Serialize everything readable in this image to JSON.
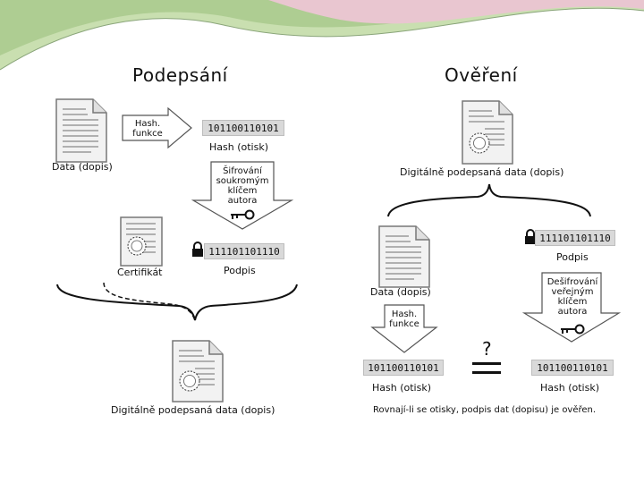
{
  "signing": {
    "title": "Podepsání",
    "data_label": "Data (dopis)",
    "hash_arrow_label": [
      "Hash.",
      "funkce"
    ],
    "hash_value": "101100110101",
    "hash_label": "Hash (otisk)",
    "encrypt_label": [
      "Šifrování",
      "soukromým",
      "klíčem",
      "autora"
    ],
    "certificate_label": "Certifikát",
    "signature_value": "111101101110",
    "signature_label": "Podpis",
    "signed_data_label": "Digitálně podepsaná data (dopis)"
  },
  "verification": {
    "title": "Ověření",
    "signed_data_label": "Digitálně podepsaná data (dopis)",
    "data_label": "Data (dopis)",
    "signature_value": "111101101110",
    "signature_label": "Podpis",
    "decrypt_label": [
      "Dešifrování",
      "veřejným",
      "klíčem",
      "autora"
    ],
    "hash_arrow_label": [
      "Hash.",
      "funkce"
    ],
    "hash_left_value": "101100110101",
    "hash_left_label": "Hash (otisk)",
    "hash_right_value": "101100110101",
    "hash_right_label": "Hash (otisk)",
    "question": "?",
    "conclusion": "Rovnají-li se otisky, podpis dat (dopisu) je ověřen."
  },
  "colors": {
    "background": "#ffffff",
    "hash_box": "#d9d9d9",
    "arrow_fill": "#ffffff",
    "seal": "#f3f3f3"
  }
}
